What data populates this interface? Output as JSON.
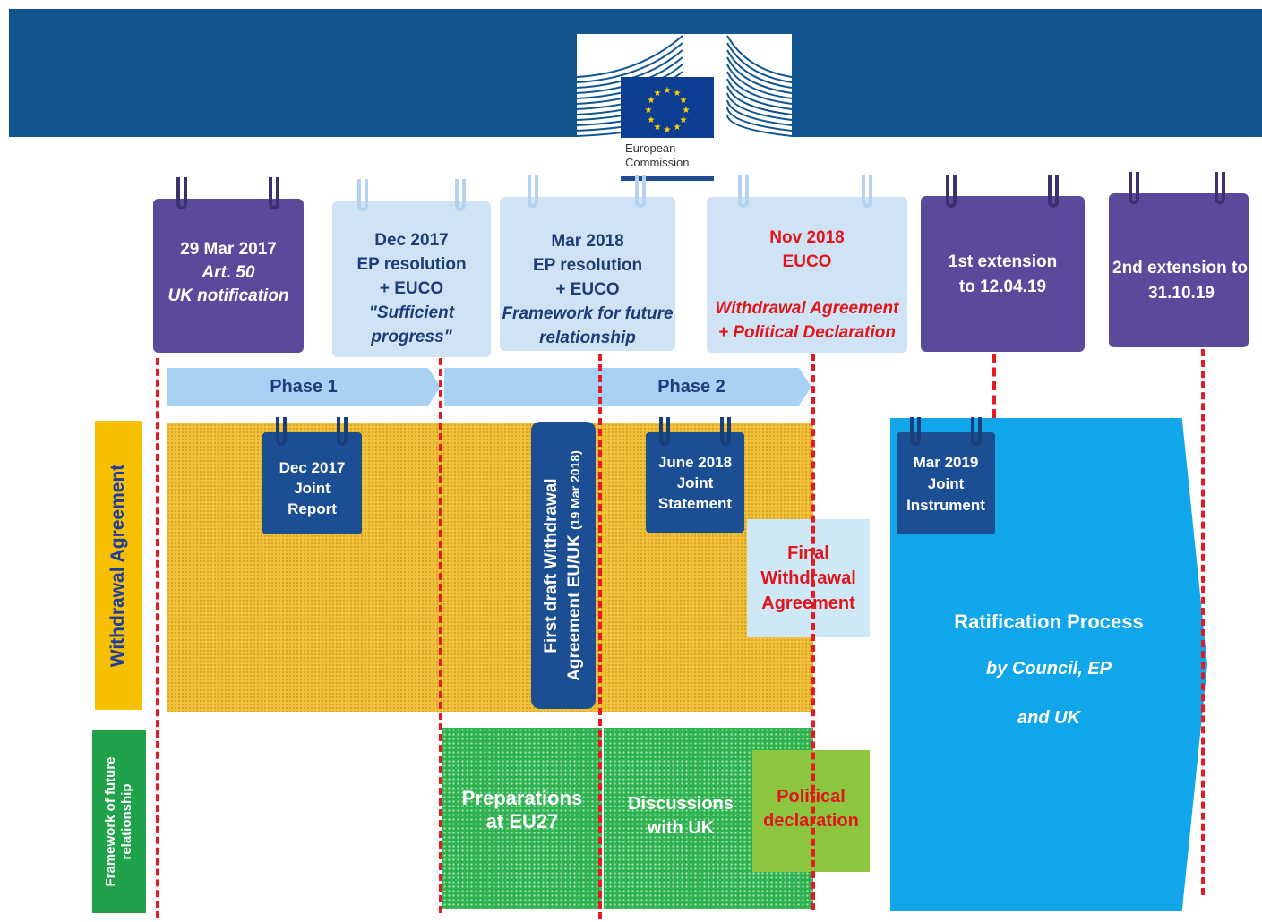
{
  "header": {
    "logo_line1": "European",
    "logo_line2": "Commission",
    "colors": {
      "banner": "#10558f",
      "eu_flag": "#0d3d91",
      "stars": "#ffd400"
    }
  },
  "milestones": [
    {
      "line1": "29 Mar 2017",
      "line2": "Art. 50",
      "line3": "UK notification"
    },
    {
      "line1": "Dec 2017",
      "line2": "EP resolution",
      "line3": "+ EUCO",
      "line4": "\"Sufficient",
      "line5": "progress\""
    },
    {
      "line1": "Mar 2018",
      "line2": "EP resolution",
      "line3": "+ EUCO",
      "line4": "Framework for future",
      "line5": "relationship"
    },
    {
      "line1": "Nov 2018",
      "line2": "EUCO",
      "line3": "Withdrawal Agreement",
      "line4": "+ Political Declaration"
    },
    {
      "line1": "1st extension",
      "line2": "to 12.04.19"
    },
    {
      "line1": "2nd extension to",
      "line2": "31.10.19"
    }
  ],
  "phases": {
    "phase1": "Phase 1",
    "phase2": "Phase 2"
  },
  "rows": {
    "withdrawal": "Withdrawal Agreement",
    "framework_line1": "Framework of future",
    "framework_line2": "relationship"
  },
  "events": {
    "joint_report": {
      "line1": "Dec 2017",
      "line2": "Joint",
      "line3": "Report"
    },
    "first_draft": {
      "line1": "First draft Withdrawal",
      "line2": "Agreement EU/UK",
      "line2_small": "(19 Mar 2018)"
    },
    "joint_statement": {
      "line1": "June 2018",
      "line2": "Joint",
      "line3": "Statement"
    },
    "final_wa": {
      "line1": "Final",
      "line2": "Withdrawal",
      "line3": "Agreement"
    },
    "joint_instrument": {
      "line1": "Mar 2019",
      "line2": "Joint",
      "line3": "Instrument"
    },
    "ratification": {
      "title": "Ratification Process",
      "line2": "by Council, EP",
      "line3": "and UK"
    },
    "preparations": {
      "line1": "Preparations",
      "line2": "at EU27"
    },
    "discussions": {
      "line1": "Discussions",
      "line2": "with UK"
    },
    "political": {
      "line1": "Political",
      "line2": "declaration"
    }
  }
}
